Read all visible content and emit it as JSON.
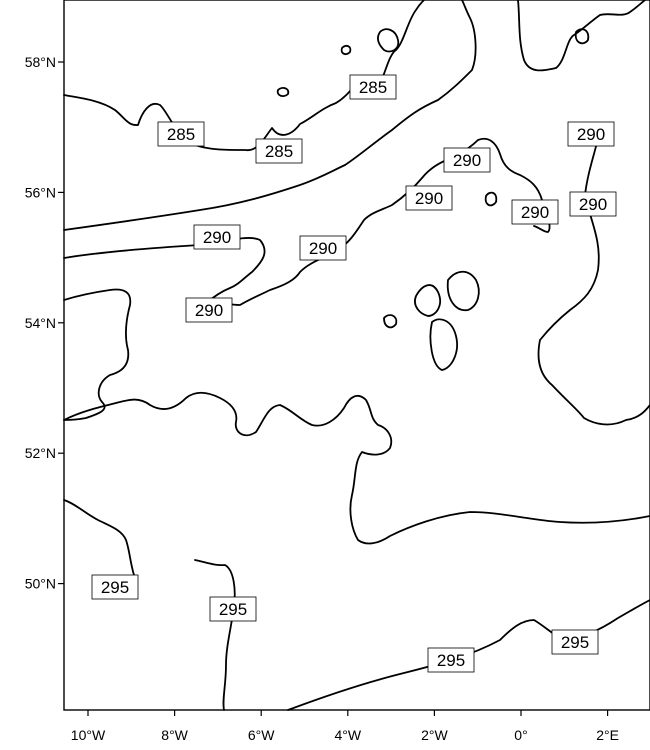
{
  "axes": {
    "lat_ticks": [
      {
        "value": 58,
        "label": "58°N"
      },
      {
        "value": 56,
        "label": "56°N"
      },
      {
        "value": 54,
        "label": "54°N"
      },
      {
        "value": 52,
        "label": "52°N"
      },
      {
        "value": 50,
        "label": "50°N"
      }
    ],
    "lon_ticks": [
      {
        "value": -10,
        "label": "10°W"
      },
      {
        "value": -8,
        "label": "8°W"
      },
      {
        "value": -6,
        "label": "6°W"
      },
      {
        "value": -4,
        "label": "4°W"
      },
      {
        "value": -2,
        "label": "2°W"
      },
      {
        "value": 0,
        "label": "0°"
      },
      {
        "value": 2,
        "label": "2°E"
      }
    ]
  },
  "contour_labels": [
    {
      "id": "c1",
      "text": "285"
    },
    {
      "id": "c2",
      "text": "285"
    },
    {
      "id": "c3",
      "text": "285"
    },
    {
      "id": "c4",
      "text": "290"
    },
    {
      "id": "c5",
      "text": "290"
    },
    {
      "id": "c6",
      "text": "290"
    },
    {
      "id": "c7",
      "text": "290"
    },
    {
      "id": "c8",
      "text": "290"
    },
    {
      "id": "c9",
      "text": "290"
    },
    {
      "id": "c10",
      "text": "290"
    },
    {
      "id": "c11",
      "text": "290"
    },
    {
      "id": "c12",
      "text": "295"
    },
    {
      "id": "c13",
      "text": "295"
    },
    {
      "id": "c14",
      "text": "295"
    },
    {
      "id": "c15",
      "text": "295"
    }
  ]
}
